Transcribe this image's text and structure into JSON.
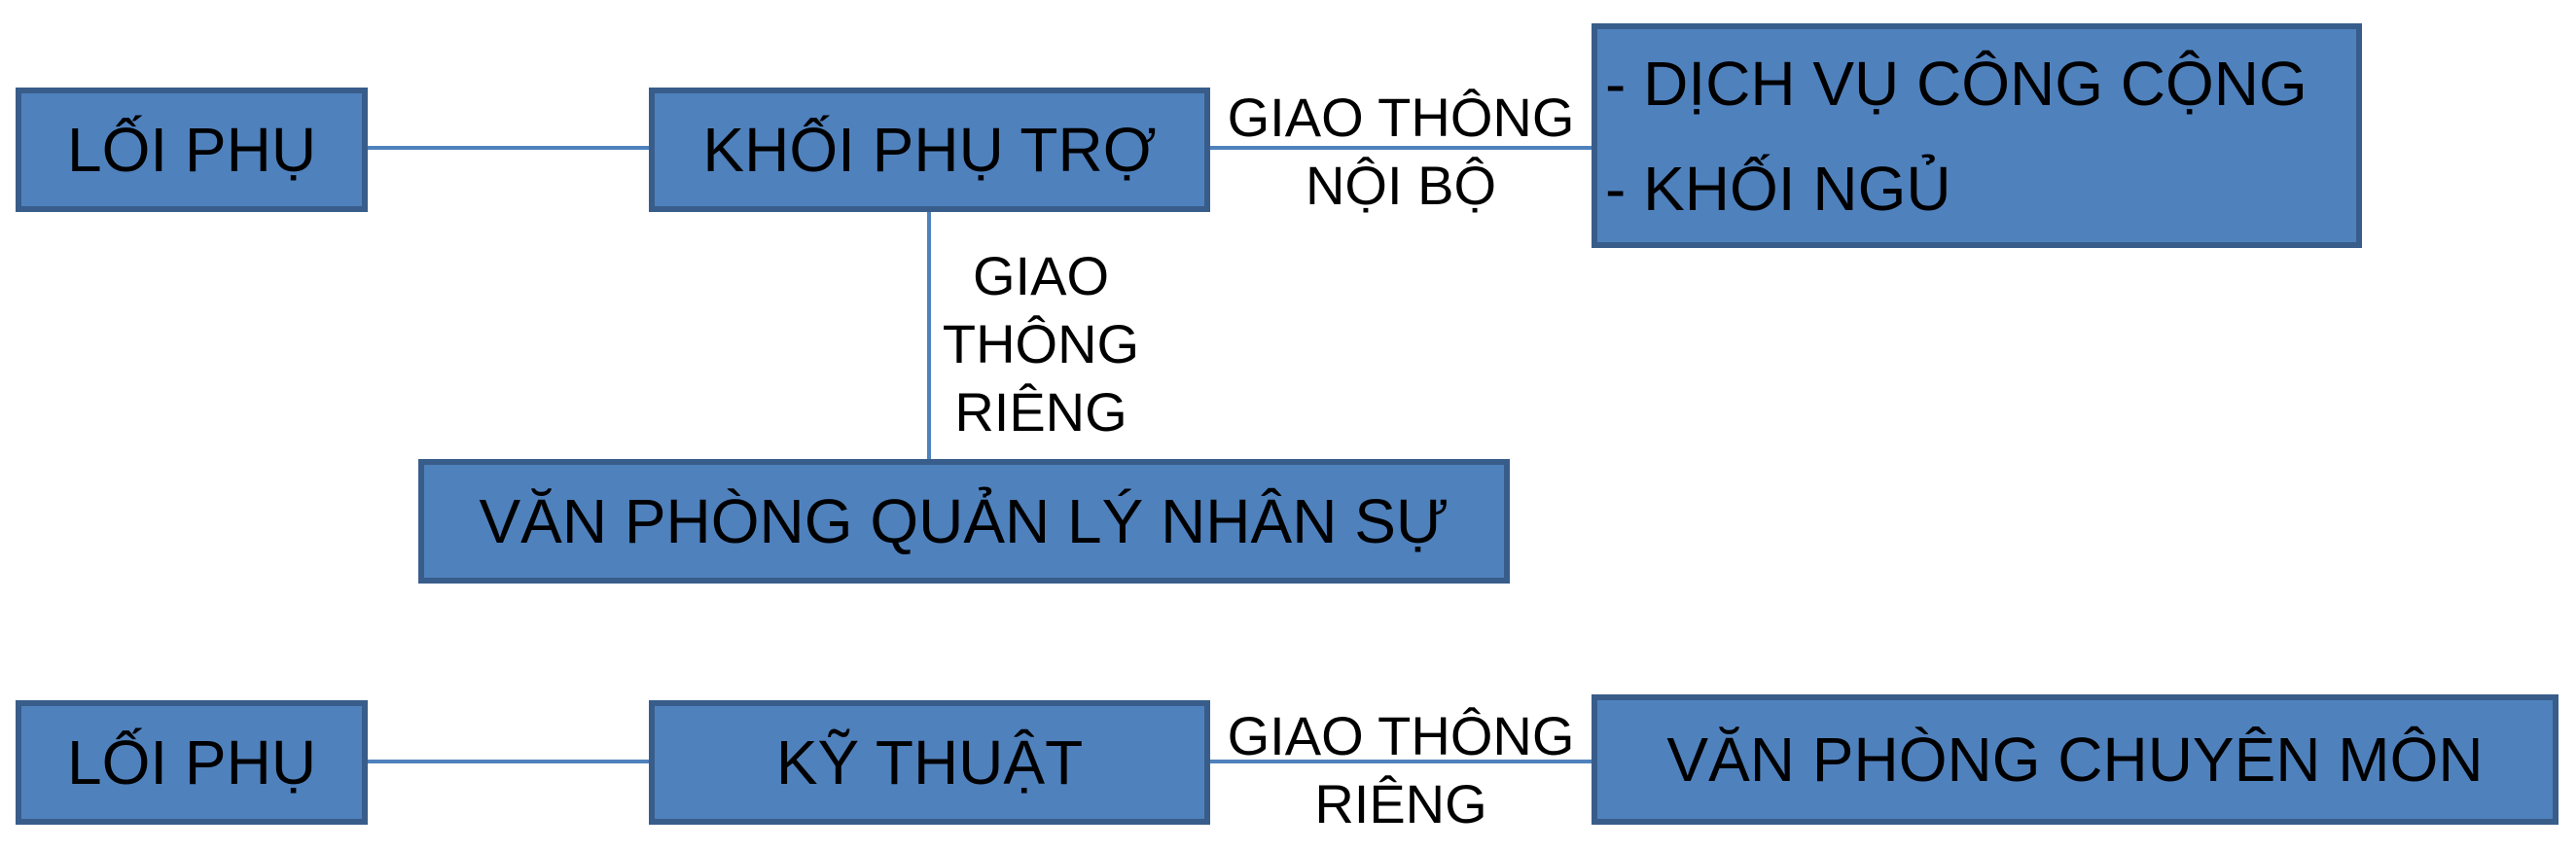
{
  "colors": {
    "box_fill": "#4f81bd",
    "box_border": "#385d8a",
    "connector": "#4f81bd",
    "text": "#000000"
  },
  "top_group": {
    "loi_phu": "LỐI PHỤ",
    "khoi_phu_tro": "KHỐI PHỤ TRỢ",
    "services_box": {
      "line1": "- DỊCH VỤ CÔNG CỘNG",
      "line2": "- KHỐI NGỦ"
    },
    "hr_office": "VĂN PHÒNG QUẢN LÝ NHÂN SỰ",
    "internal_traffic": {
      "line1": "GIAO THÔNG",
      "line2": "NỘI BỘ"
    },
    "private_traffic": {
      "line1": "GIAO",
      "line2": "THÔNG",
      "line3": "RIÊNG"
    }
  },
  "bottom_group": {
    "loi_phu": "LỐI PHỤ",
    "ky_thuat": "KỸ THUẬT",
    "specialist_office": "VĂN PHÒNG CHUYÊN MÔN",
    "private_traffic": {
      "line1": "GIAO THÔNG",
      "line2": "RIÊNG"
    }
  }
}
